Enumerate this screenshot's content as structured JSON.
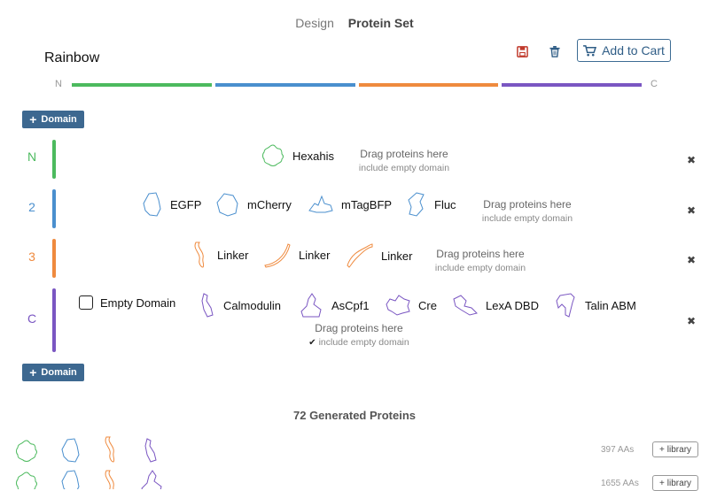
{
  "tabs": {
    "design": "Design",
    "protein_set": "Protein Set"
  },
  "title": "Rainbow",
  "actions": {
    "add_to_cart": "Add to Cart",
    "save_icon": "save-icon",
    "delete_icon": "trash-icon"
  },
  "terminals": {
    "n": "N",
    "c": "C"
  },
  "colors": {
    "green": "#4cba5e",
    "blue": "#4a8fce",
    "orange": "#ef8a3e",
    "purple": "#7a56c2",
    "button": "#3d6890",
    "save": "#c0392b"
  },
  "domain_button": "Domain",
  "rows": [
    {
      "label": "N",
      "proteins": [
        "Hexahis"
      ],
      "drop": "Drag proteins here",
      "include": "include empty domain"
    },
    {
      "label": "2",
      "proteins": [
        "EGFP",
        "mCherry",
        "mTagBFP",
        "Fluc"
      ],
      "drop": "Drag proteins here",
      "include": "include empty domain"
    },
    {
      "label": "3",
      "proteins": [
        "Linker",
        "Linker",
        "Linker"
      ],
      "drop": "Drag proteins here",
      "include": "include empty domain"
    },
    {
      "label": "C",
      "empty_domain": "Empty Domain",
      "proteins": [
        "Calmodulin",
        "AsCpf1",
        "Cre",
        "LexA DBD",
        "Talin ABM"
      ],
      "drop": "Drag proteins here",
      "include": "include empty domain"
    }
  ],
  "generated": {
    "title": "72 Generated Proteins",
    "items": [
      {
        "aas": "397 AAs",
        "button": "library"
      },
      {
        "aas": "1655 AAs",
        "button": "library"
      }
    ]
  }
}
